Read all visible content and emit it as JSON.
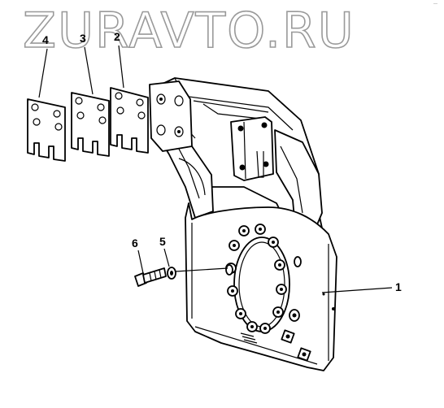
{
  "watermark": {
    "text": "ZURAVTO.RU"
  },
  "corner_mark": "—",
  "callouts": [
    {
      "id": "4",
      "label": "4"
    },
    {
      "id": "3",
      "label": "3"
    },
    {
      "id": "2",
      "label": "2"
    },
    {
      "id": "6",
      "label": "6"
    },
    {
      "id": "5",
      "label": "5"
    },
    {
      "id": "1",
      "label": "1"
    }
  ]
}
